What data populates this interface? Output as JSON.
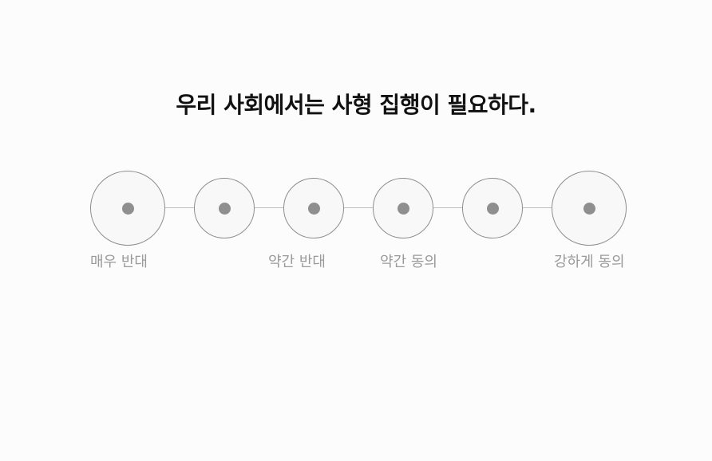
{
  "question": {
    "text": "우리 사회에서는 사형 집행이 필요하다."
  },
  "scale": {
    "options": [
      {
        "label": "매우 반대"
      },
      {
        "label": ""
      },
      {
        "label": "약간 반대"
      },
      {
        "label": "약간 동의"
      },
      {
        "label": ""
      },
      {
        "label": "강하게 동의"
      }
    ]
  },
  "colors": {
    "background": "#fcfcfc",
    "question_text": "#111111",
    "circle_border": "#8e8e8e",
    "circle_fill": "#f8f8f8",
    "dot": "#8f8f8f",
    "track": "#bdbdbd",
    "label_text": "#9a9a9a"
  }
}
